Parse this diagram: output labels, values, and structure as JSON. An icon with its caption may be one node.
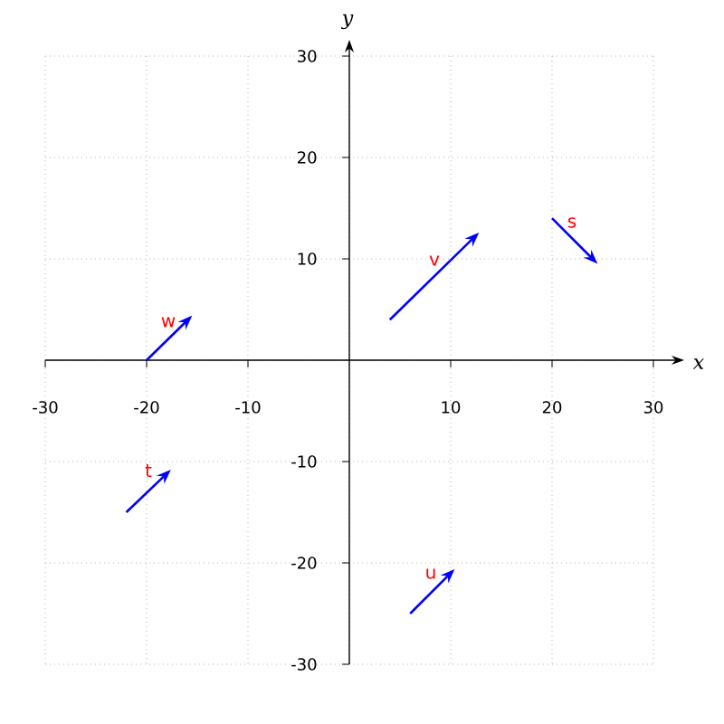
{
  "diagram": {
    "labels": [
      "y",
      "30",
      "20",
      "s",
      "10",
      "v",
      "w",
      "x",
      "-30",
      "-20",
      "-10",
      "10",
      "20",
      "30",
      "-10",
      "t",
      "-20",
      "u",
      "-30"
    ]
  }
}
